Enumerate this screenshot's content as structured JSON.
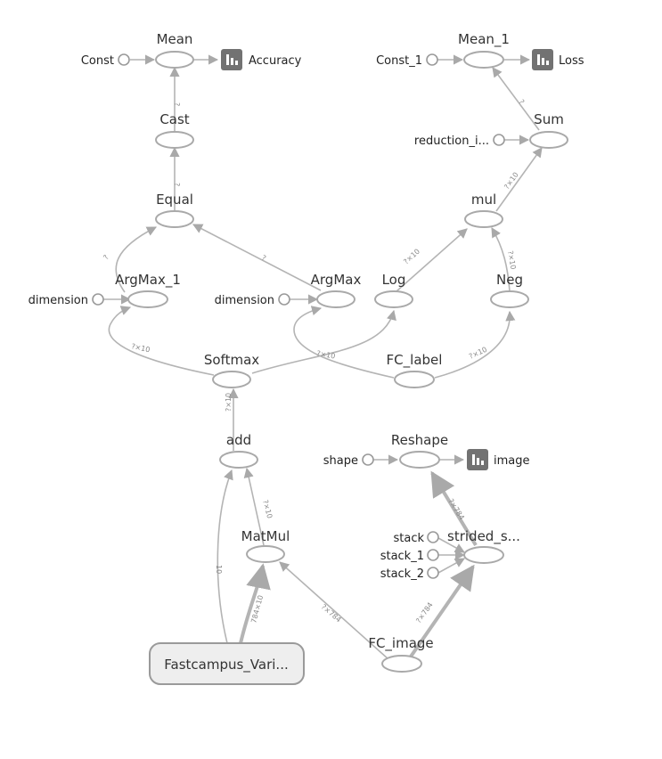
{
  "graph": {
    "nodes": {
      "mean": "Mean",
      "const": "Const",
      "accuracy": "Accuracy",
      "cast": "Cast",
      "equal": "Equal",
      "argmax_1": "ArgMax_1",
      "dimension_a": "dimension",
      "argmax": "ArgMax",
      "dimension_b": "dimension",
      "mean_1": "Mean_1",
      "const_1": "Const_1",
      "loss": "Loss",
      "sum": "Sum",
      "reduction": "reduction_i...",
      "mul": "mul",
      "log": "Log",
      "neg": "Neg",
      "softmax": "Softmax",
      "fc_label": "FC_label",
      "add": "add",
      "matmul": "MatMul",
      "reshape": "Reshape",
      "shape": "shape",
      "image": "image",
      "strided_slice": "strided_s...",
      "stack": "stack",
      "stack_1": "stack_1",
      "stack_2": "stack_2",
      "fc_image": "FC_image",
      "fastcampus": "Fastcampus_Vari..."
    },
    "edge_labels": {
      "cast_to_mean": "?",
      "equal_to_cast": "?",
      "argmax1_to_equal": "?",
      "argmax_to_equal": "?",
      "sum_to_mean1": "?",
      "mul_to_sum": "?×10",
      "log_to_mul": "?×10",
      "neg_to_mul": "?×10",
      "softmax_to_argmax1": "?×10",
      "softmax_to_argmax": "?×10",
      "fclabel_to_neg": "?×10",
      "add_to_softmax": "?×10",
      "matmul_to_add": "?×10",
      "var_to_add": "10",
      "var_to_matmul": "784×10",
      "fcimage_to_matmul": "?×784",
      "fcimage_to_strided": "?×784",
      "strided_to_reshape": "?×784"
    }
  }
}
